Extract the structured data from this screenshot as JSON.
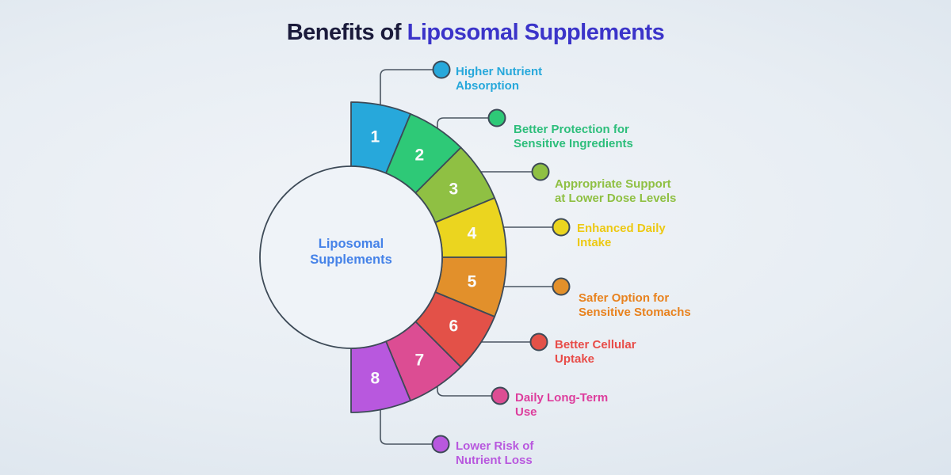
{
  "title": {
    "text": "Benefits of Liposomal Supplements",
    "prefix": "Benefits of ",
    "highlight": "Liposomal Supplements",
    "prefix_color": "#1B1B3B",
    "highlight_color": "#3B34C9"
  },
  "center_label": {
    "lines": [
      "Liposomal",
      "Supplements"
    ],
    "text_color": "#4582E8",
    "fill_color": "#EFF3F8"
  },
  "chart_data": {
    "type": "pie",
    "variant": "half-donut",
    "title": "Benefits of Liposomal Supplements",
    "center_label": "Liposomal Supplements",
    "start_angle_deg": 0,
    "end_angle_deg": 180,
    "segment_sweep_deg": 22.5,
    "inner_radius": 115,
    "outer_radius": 196,
    "legend_position": "right",
    "segment_outline_color": "#3D4A57",
    "connector_color": "#4A5561",
    "number_text_color": "#FAFBFC",
    "segments": [
      {
        "number": "1",
        "label": "Higher Nutrient Absorption",
        "label_lines": [
          "Higher Nutrient",
          "Absorption"
        ],
        "color": "#27A8DB"
      },
      {
        "number": "2",
        "label": "Better Protection for Sensitive Ingredients",
        "label_lines": [
          "Better Protection for",
          "Sensitive Ingredients"
        ],
        "color": "#2EC977",
        "text_color": "#2DBE7B"
      },
      {
        "number": "3",
        "label": "Appropriate Support at Lower Dose Levels",
        "label_lines": [
          "Appropriate Support",
          "at Lower Dose Levels"
        ],
        "color": "#8FC043"
      },
      {
        "number": "4",
        "label": "Enhanced Daily Intake",
        "label_lines": [
          "Enhanced Daily",
          "Intake"
        ],
        "color": "#EBD51F",
        "text_color": "#EDC913"
      },
      {
        "number": "5",
        "label": "Safer Option for Sensitive Stomachs",
        "label_lines": [
          "Safer Option for",
          "Sensitive Stomachs"
        ],
        "color": "#E2902B",
        "text_color": "#E8821E"
      },
      {
        "number": "6",
        "label": "Better Cellular Uptake",
        "label_lines": [
          "Better Cellular",
          "Uptake"
        ],
        "color": "#E35148",
        "text_color": "#E84C48"
      },
      {
        "number": "7",
        "label": "Daily Long-Term Use",
        "label_lines": [
          "Daily Long-Term",
          "Use"
        ],
        "color": "#DC4D93",
        "text_color": "#DD3E9D"
      },
      {
        "number": "8",
        "label": "Lower Risk of Nutrient Loss",
        "label_lines": [
          "Lower Risk of",
          "Nutrient Loss"
        ],
        "color": "#B858DE"
      }
    ]
  }
}
